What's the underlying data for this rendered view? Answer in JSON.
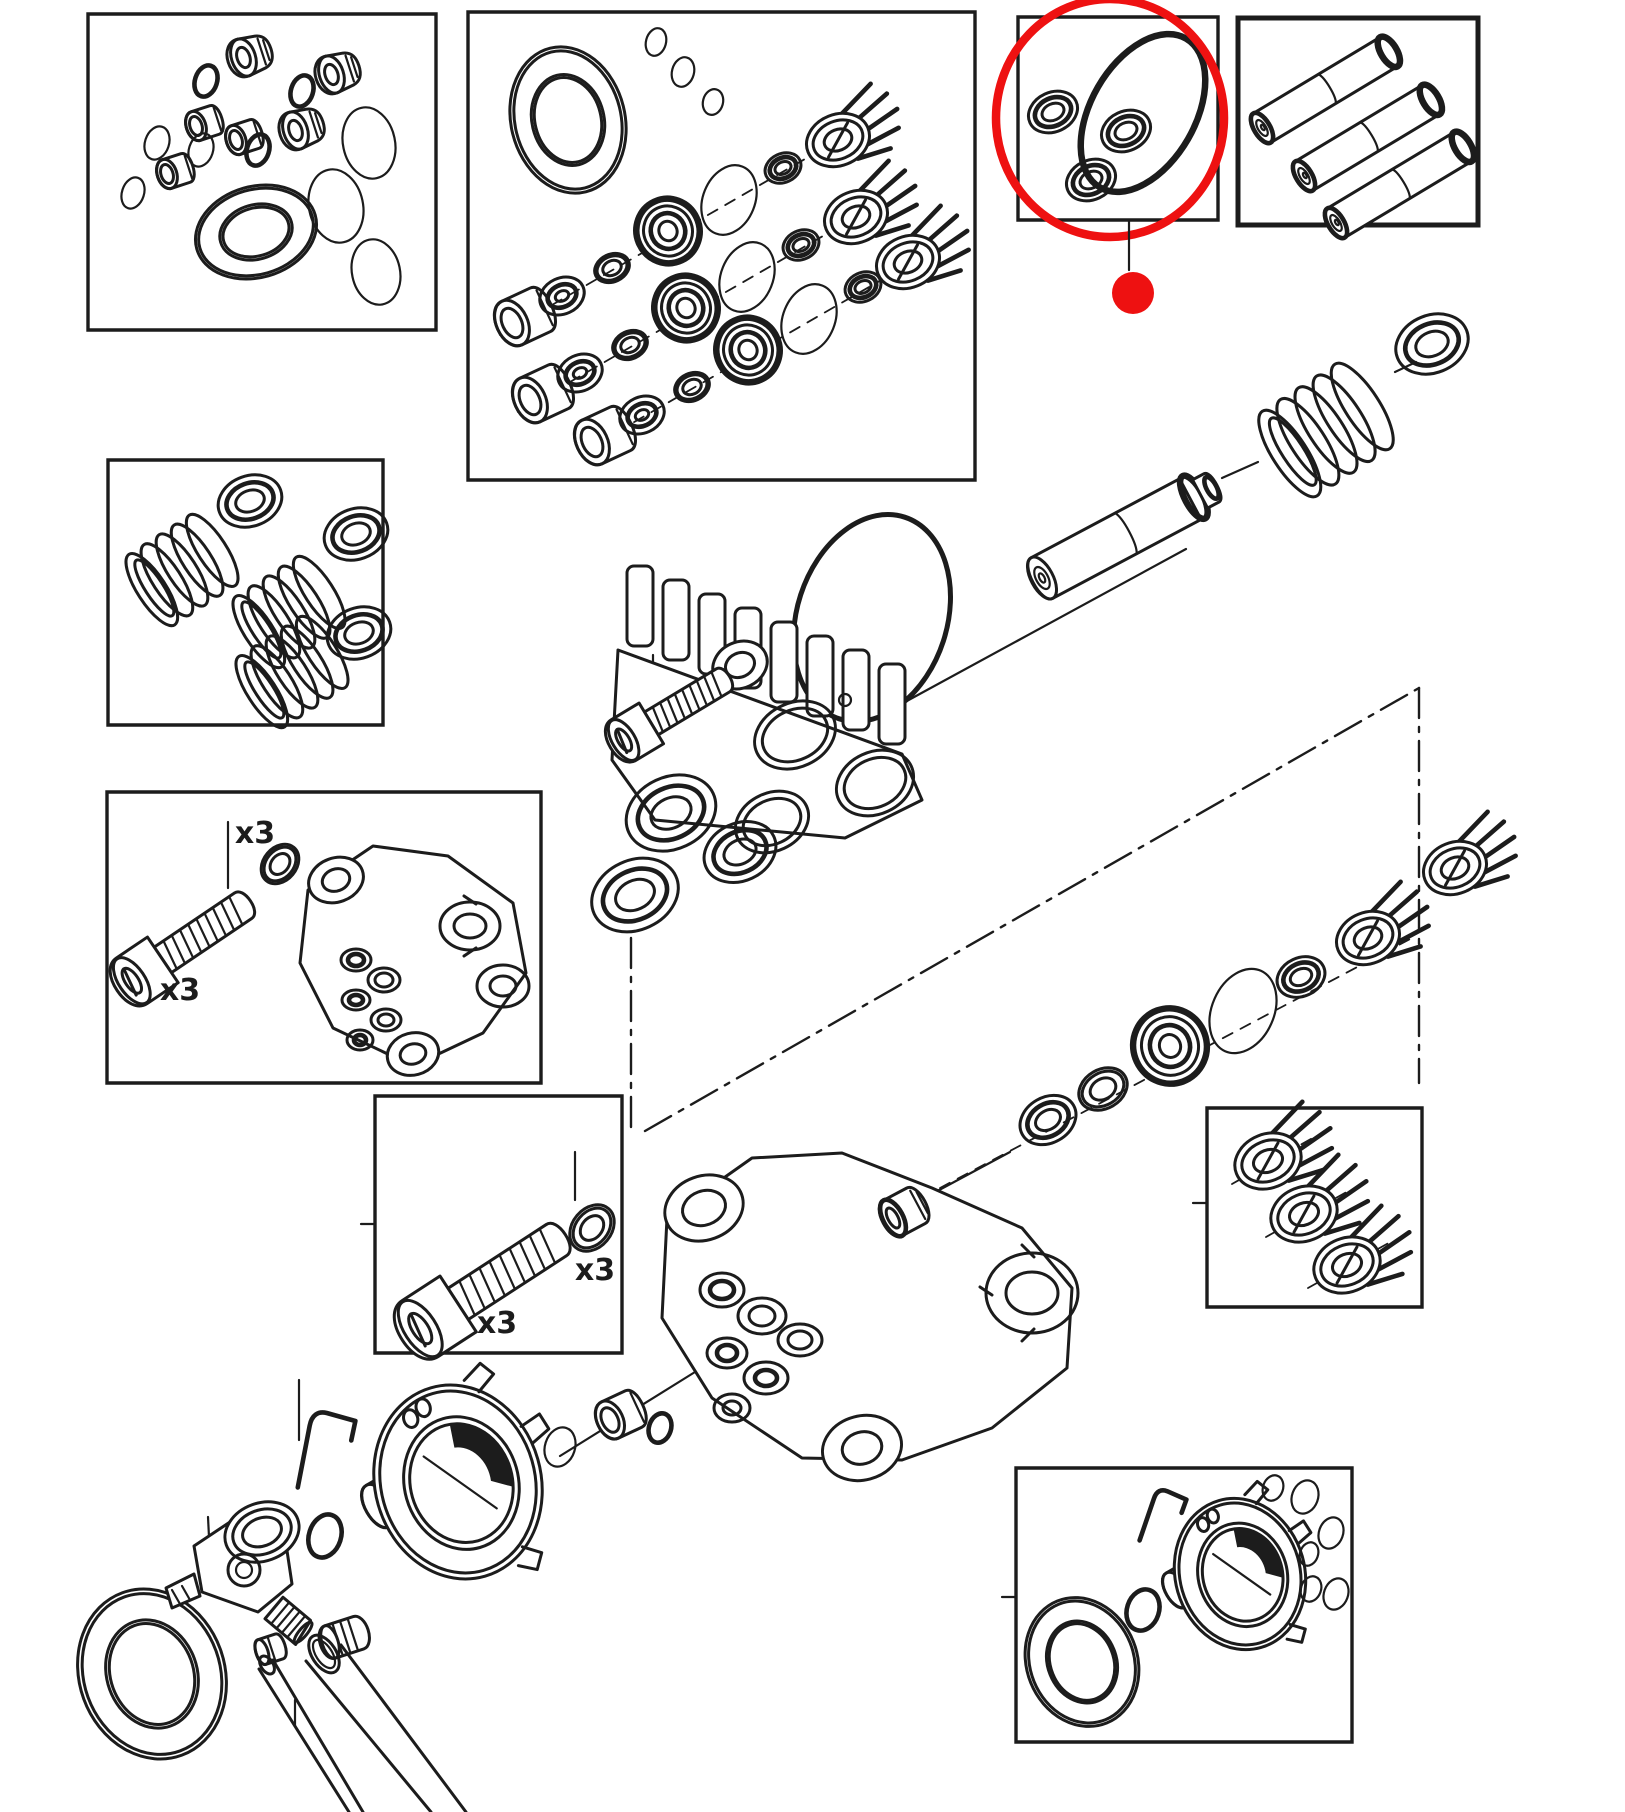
{
  "page": {
    "background": "#ffffff",
    "ink": "#1c1c1c",
    "highlight": "#ee1111"
  },
  "labels": {
    "head_washer_qty": "x3",
    "head_bolt_qty": "x3",
    "rail_washer_qty": "x3",
    "rail_bolt_qty": "x3"
  }
}
